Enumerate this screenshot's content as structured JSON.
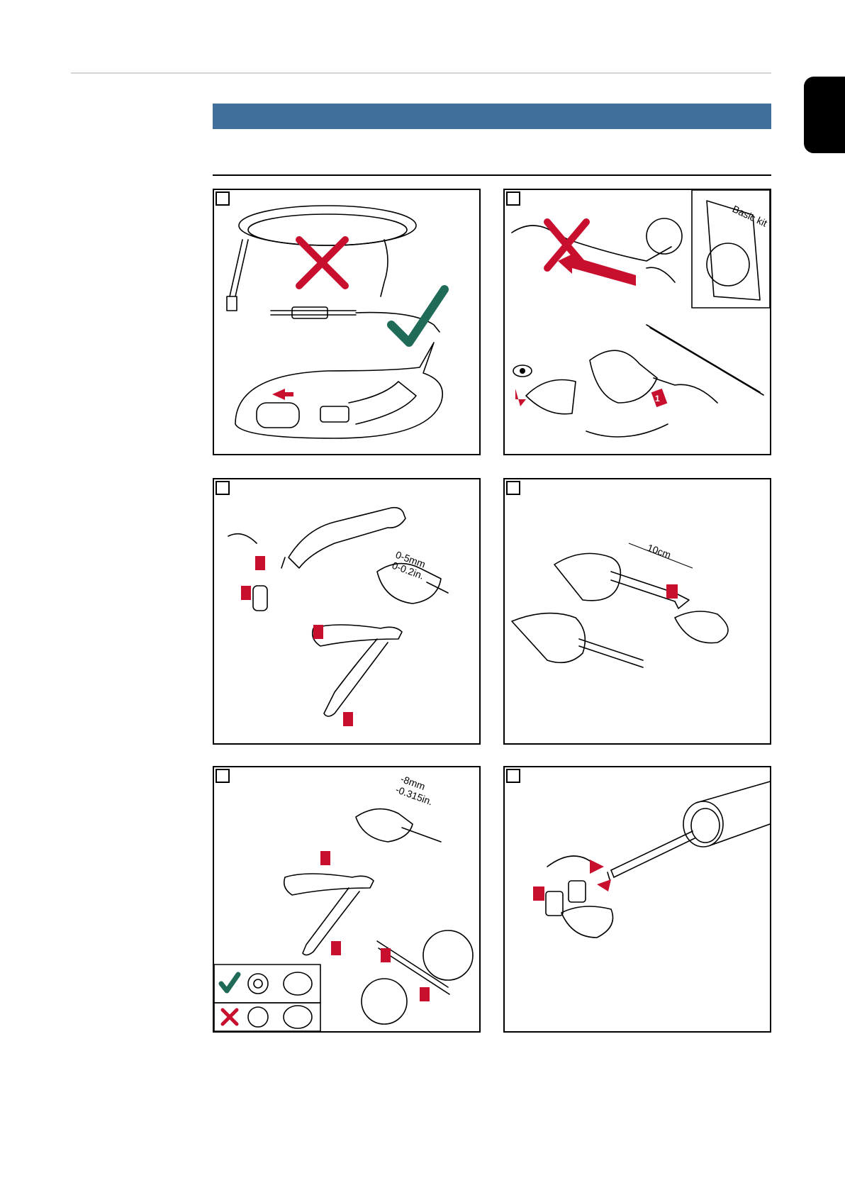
{
  "panels": {
    "p2": {
      "kit_label": "Basic kit"
    },
    "p3": {
      "dim_mm": "0-5mm",
      "dim_in": "0-0.2in."
    },
    "p4": {
      "dim_length": "10cm"
    },
    "p5": {
      "dim_mm": "-8mm",
      "dim_in": "-0.315in."
    }
  },
  "colors": {
    "accent": "#3f6f9a",
    "arrow_red": "#c8102e",
    "check_green": "#1f6b58"
  },
  "icons": [
    "cross-icon",
    "checkmark-icon",
    "eye-icon",
    "step-arrow-icon"
  ]
}
